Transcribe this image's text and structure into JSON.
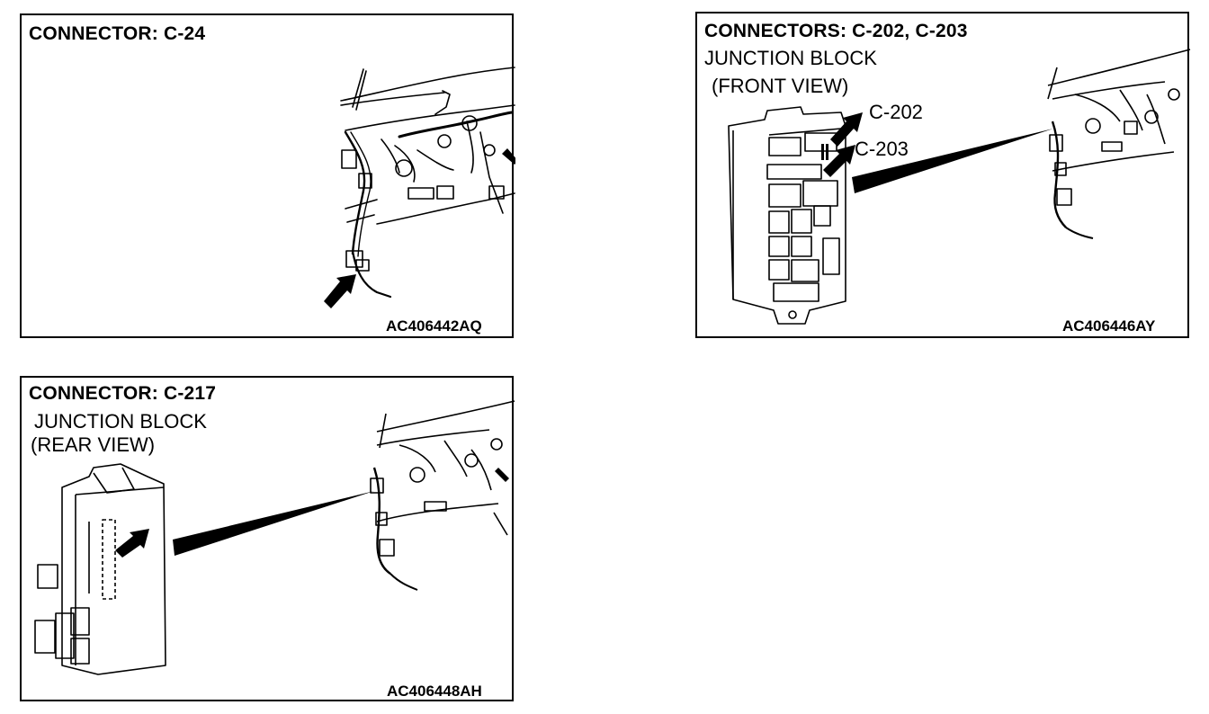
{
  "panels": [
    {
      "id": "c24",
      "title": "CONNECTOR: C-24",
      "code": "AC406442AQ"
    },
    {
      "id": "c202-c203",
      "title": "CONNECTORS: C-202, C-203",
      "subtitle_line1": "JUNCTION BLOCK",
      "subtitle_line2": "(FRONT VIEW)",
      "callouts": [
        "C-202",
        "C-203"
      ],
      "code": "AC406446AY"
    },
    {
      "id": "c217",
      "title": "CONNECTOR: C-217",
      "subtitle_line1": "JUNCTION BLOCK",
      "subtitle_line2": "(REAR VIEW)",
      "code": "AC406448AH"
    }
  ]
}
